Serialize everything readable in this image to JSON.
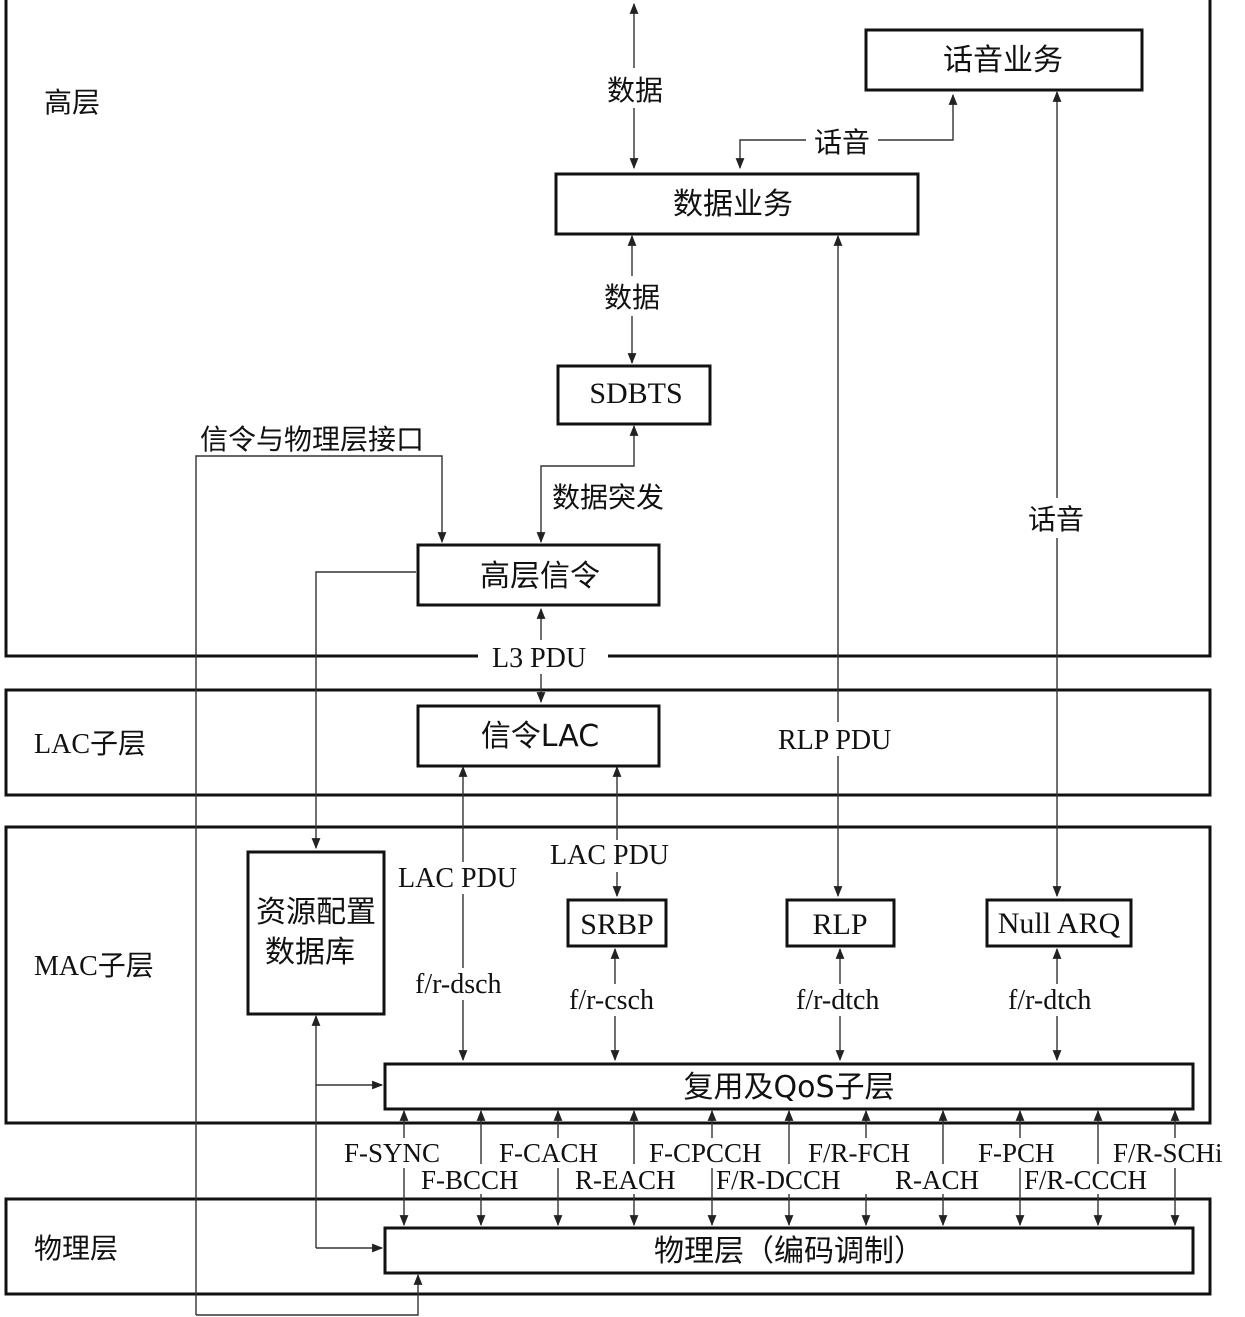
{
  "layers": {
    "upper": "高层",
    "lac": "LAC子层",
    "mac": "MAC子层",
    "phy": "物理层"
  },
  "blocks": {
    "voice_service": "话音业务",
    "data_service": "数据业务",
    "sdbts": "SDBTS",
    "upper_signaling": "高层信令",
    "signaling_lac": "信令LAC",
    "resource_db_line1": "资源配置",
    "resource_db_line2": "数据库",
    "srbp": "SRBP",
    "rlp": "RLP",
    "null_arq": "Null ARQ",
    "mux_qos": "复用及QoS子层",
    "phy_codec": "物理层（编码调制）"
  },
  "labels": {
    "data_top": "数据",
    "voice_mid": "话音",
    "data_mid": "数据",
    "data_burst": "数据突发",
    "signal_phy_iface": "信令与物理层接口",
    "voice_right": "话音",
    "l3_pdu": "L3 PDU",
    "rlp_pdu": "RLP PDU",
    "lac_pdu_left": "LAC PDU",
    "lac_pdu_right": "LAC PDU",
    "dsch": "f/r-dsch",
    "csch": "f/r-csch",
    "dtch_rlp": "f/r-dtch",
    "dtch_null": "f/r-dtch"
  },
  "channels_row1": [
    "F-SYNC",
    "F-CACH",
    "F-CPCCH",
    "F/R-FCH",
    "F-PCH",
    "F/R-SCHi"
  ],
  "channels_row2": [
    "F-BCCH",
    "R-EACH",
    "F/R-DCCH",
    "R-ACH",
    "F/R-CCCH"
  ]
}
